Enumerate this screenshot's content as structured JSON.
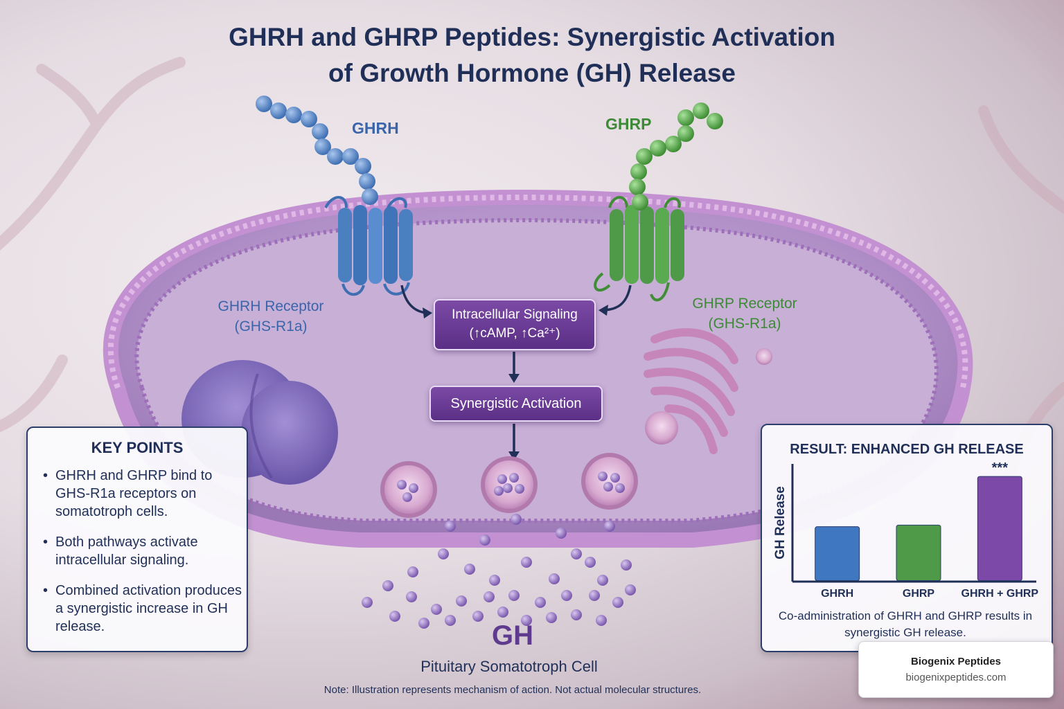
{
  "title_line1": "GHRH and GHRP Peptides: Synergistic Activation",
  "title_line2": "of Growth Hormone (GH) Release",
  "ghrh": {
    "label": "GHRH",
    "receptor_line1": "GHRH Receptor",
    "receptor_line2": "(GHS-R1a)",
    "color": "#4a7fc0"
  },
  "ghrp": {
    "label": "GHRP",
    "receptor_line1": "GHRP Receptor",
    "receptor_line2": "(GHS-R1a)",
    "color": "#4a9a3f"
  },
  "signaling": {
    "line1": "Intracellular Signaling",
    "line2": "(↑cAMP, ↑Ca²⁺)"
  },
  "activation": "Synergistic Activation",
  "gh_label": "GH",
  "cell_label": "Pituitary Somatotroph Cell",
  "note": "Note: Illustration represents mechanism of action. Not actual molecular structures.",
  "key_points": {
    "title": "KEY POINTS",
    "items": [
      {
        "bullet": "•",
        "text": "GHRH and GHRP bind to GHS-R1a receptors on somatotroph cells."
      },
      {
        "bullet": "•",
        "text": "Both pathways activate intracellular signaling."
      },
      {
        "bullet": "•",
        "text": "Combined activation produces a synergistic increase in GH release."
      }
    ]
  },
  "chart_data": {
    "type": "bar",
    "title": "RESULT: ENHANCED GH RELEASE",
    "ylabel": "GH Release",
    "xlabel": "",
    "categories": [
      "GHRH",
      "GHRP",
      "GHRH + GHRP"
    ],
    "values": [
      35,
      36,
      67
    ],
    "colors": [
      "#3f78c0",
      "#4e9a48",
      "#7c49a8"
    ],
    "ylim": [
      0,
      75
    ],
    "annotation": "***",
    "grid": false,
    "legend": "none"
  },
  "chart_note": "Co-administration of GHRH and GHRP results in synergistic GH release.",
  "brand": {
    "name": "Biogenix Peptides",
    "url": "biogenixpeptides.com"
  }
}
